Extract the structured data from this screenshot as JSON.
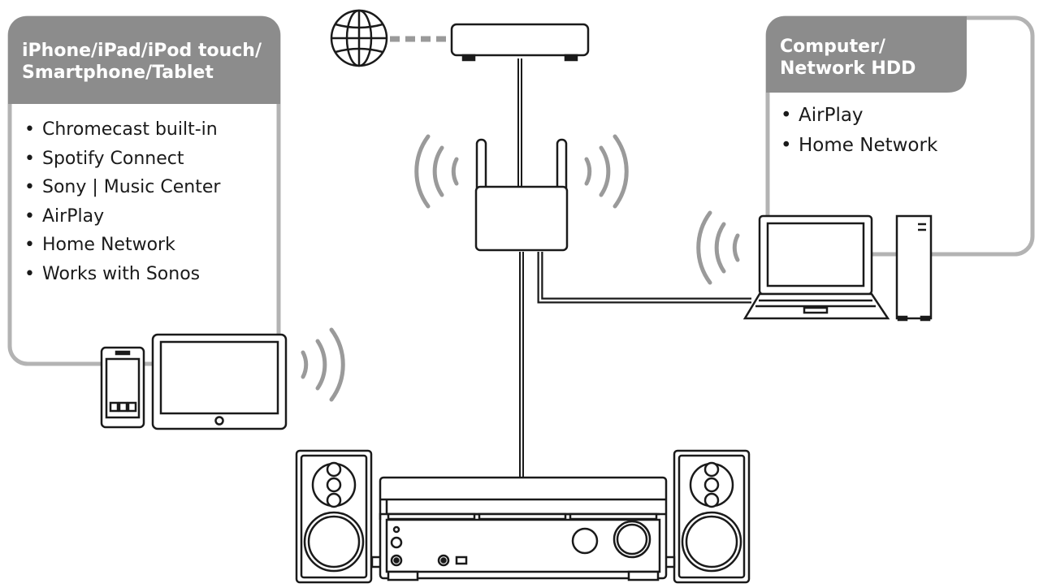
{
  "colors": {
    "panel_header": "#8c8c8c",
    "panel_border": "#b3b3b3",
    "device_stroke": "#1a1a1a",
    "wave_gray": "#9a9a9a",
    "text": "#1a1a1a",
    "background": "#ffffff"
  },
  "left_panel": {
    "title_line1": "iPhone/iPad/iPod touch/",
    "title_line2": "Smartphone/Tablet",
    "features": [
      "Chromecast built-in",
      "Spotify Connect",
      "Sony | Music Center",
      "AirPlay",
      "Home Network",
      "Works with Sonos"
    ]
  },
  "right_panel": {
    "title_line1": "Computer/",
    "title_line2": "Network HDD",
    "features": [
      "AirPlay",
      "Home Network"
    ]
  },
  "icons": [
    "globe-icon",
    "modem-icon",
    "router-icon",
    "wifi-wave-icon",
    "smartphone-icon",
    "tablet-icon",
    "laptop-icon",
    "network-hdd-icon",
    "speaker-icon",
    "av-receiver-icon"
  ]
}
